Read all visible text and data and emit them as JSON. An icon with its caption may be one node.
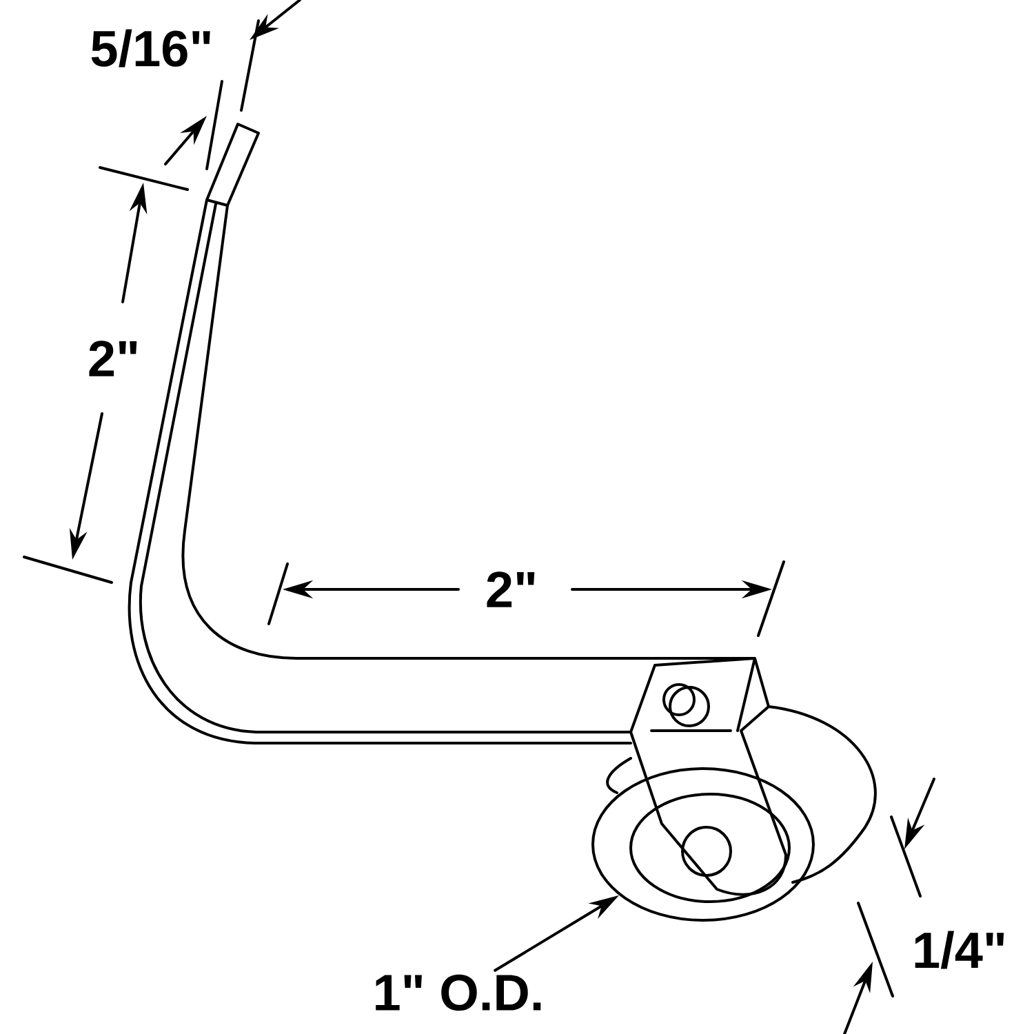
{
  "diagram": {
    "nodes": [
      {
        "text": [
          "1\" O.D."
        ]
      },
      {
        "text": [],
        "shape": "picture"
      }
    ],
    "edges": [
      {
        "from": 0,
        "to": 1,
        "arrow": "to"
      }
    ],
    "labels": [
      "5/16\"",
      "2\"",
      "2\"",
      "1/4\""
    ]
  }
}
